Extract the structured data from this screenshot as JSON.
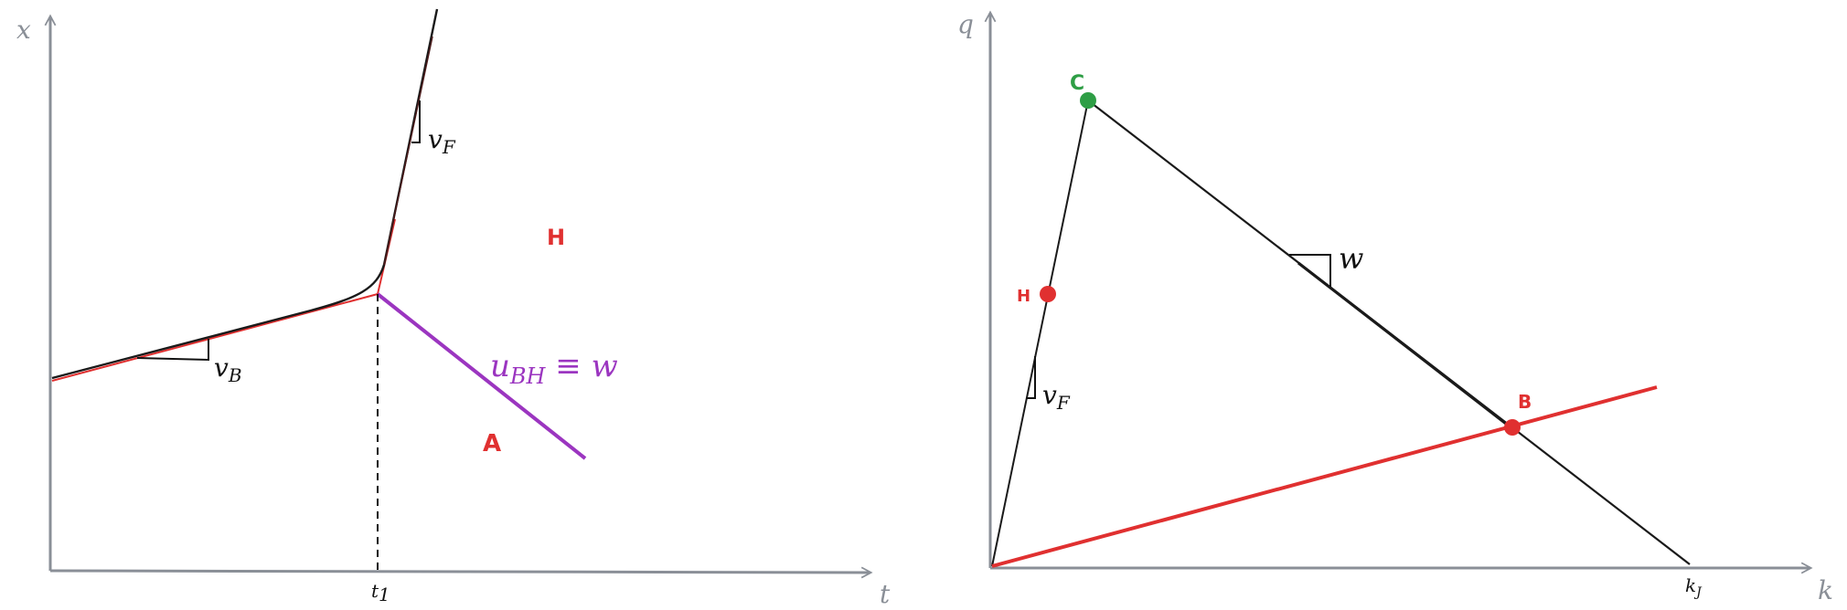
{
  "colors": {
    "axis": "#8a8f97",
    "curve": "#1a1a1a",
    "red": "#e03030",
    "purple": "#9b35c0",
    "green": "#2e9e45"
  },
  "left_panel": {
    "y_axis_label": "x",
    "x_axis_label": "t",
    "t1_label": "t",
    "t1_sub": "1",
    "vB_label": "v",
    "vB_sub": "B",
    "vF_label": "v",
    "vF_sub": "F",
    "region_H": "H",
    "region_A": "A",
    "u_label": "u",
    "u_sub": "BH",
    "u_rest": " ≡ w"
  },
  "right_panel": {
    "y_axis_label": "q",
    "x_axis_label": "k",
    "kJ_label": "k",
    "kJ_sub": "J",
    "point_C": "C",
    "point_H": "H",
    "point_B": "B",
    "w_label": "w",
    "vF_label": "v",
    "vF_sub": "F"
  }
}
